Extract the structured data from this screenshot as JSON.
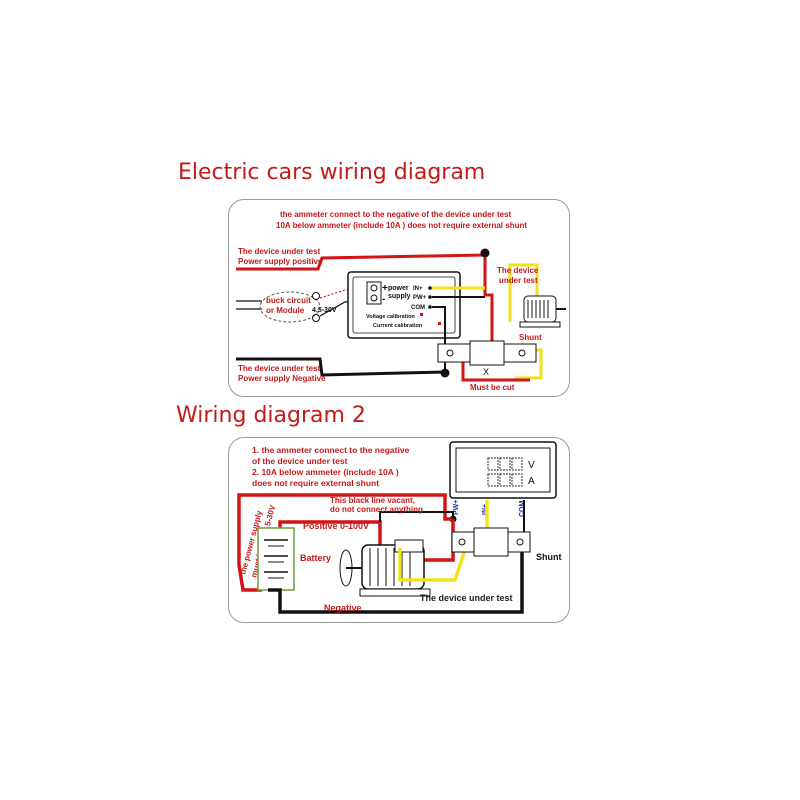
{
  "titles": {
    "diagram1": "Electric cars wiring diagram",
    "diagram2": "Wiring diagram 2"
  },
  "diagram1": {
    "note_line1": "the ammeter connect to the negative of the device under test",
    "note_line2": "10A below ammeter (include 10A ) does not require external shunt",
    "pos_label1": "The device under test",
    "pos_label2": "Power supply positive",
    "neg_label1": "The device under test",
    "neg_label2": "Power supply Negative",
    "buck1": "buck circuit",
    "buck2": "or Module",
    "range": "4.5-30V",
    "ps1": "power",
    "ps2": "supply",
    "plus": "+",
    "minus": "-",
    "in_plus": "IN+",
    "pw_plus": "PW+",
    "com": "COM",
    "volt_cal": "Voltage calibration",
    "curr_cal": "Current calibration",
    "dut1": "The device",
    "dut2": "under test",
    "shunt": "Shunt",
    "cut": "Must be cut",
    "cut_mark": "X"
  },
  "diagram2": {
    "note1a": "1. the ammeter connect to the negative",
    "note1b": "of the device under test",
    "note2a": "2. 10A below ammeter (include 10A )",
    "note2b": "does not require external shunt",
    "v_unit": "V",
    "a_unit": "A",
    "pw_plus": "PW+",
    "in_plus": "IN+",
    "com": "COM",
    "vacant1": "This black line vacant,",
    "vacant2": "do not connect anything",
    "positive": "Positive 0-100V",
    "battery": "Battery",
    "vertical1": "the power supply",
    "vertical2": "must be DC 4.5-30V",
    "shunt": "Shunt",
    "dut": "The device under test",
    "negative": "Negative"
  }
}
